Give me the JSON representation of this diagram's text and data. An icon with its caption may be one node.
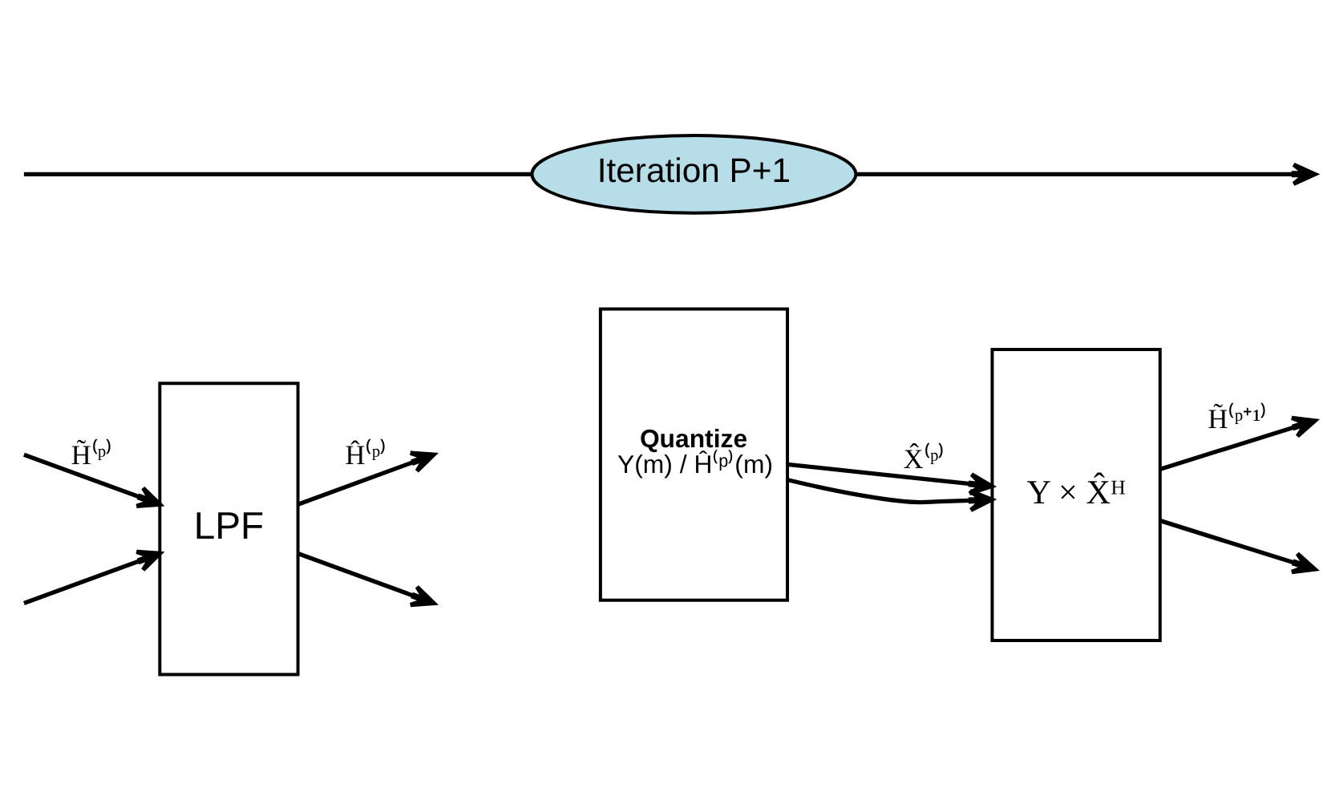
{
  "diagram": {
    "nodes": [
      {
        "text": [
          "LPF"
        ]
      },
      {
        "text": [
          "Quantize",
          "Y(m) / Ĥ⁽ᵖ⁾(m)"
        ]
      },
      {
        "text": [
          "Y × X̂ᴴ"
        ]
      },
      {
        "text": [
          "Iteration P+1"
        ]
      }
    ],
    "edges": [
      {
        "from": null,
        "to": 0,
        "arrow": "to",
        "label": "H̃⁽ᵖ⁾"
      },
      {
        "from": null,
        "to": 0,
        "arrow": "to"
      },
      {
        "from": 0,
        "to": null,
        "arrow": "to",
        "label": "Ĥ⁽ᵖ⁾"
      },
      {
        "from": 0,
        "to": null,
        "arrow": "to"
      },
      {
        "from": 1,
        "to": 2,
        "arrow": "to",
        "label": "X̂⁽ᵖ⁾"
      },
      {
        "from": 1,
        "to": 2,
        "arrow": "to"
      },
      {
        "from": 2,
        "to": null,
        "arrow": "to",
        "label": "H̃⁽ᵖ⁺¹⁾"
      },
      {
        "from": 2,
        "to": null,
        "arrow": "to"
      },
      {
        "from": null,
        "to": 3,
        "arrow": "none"
      },
      {
        "from": 3,
        "to": null,
        "arrow": "to"
      }
    ]
  }
}
